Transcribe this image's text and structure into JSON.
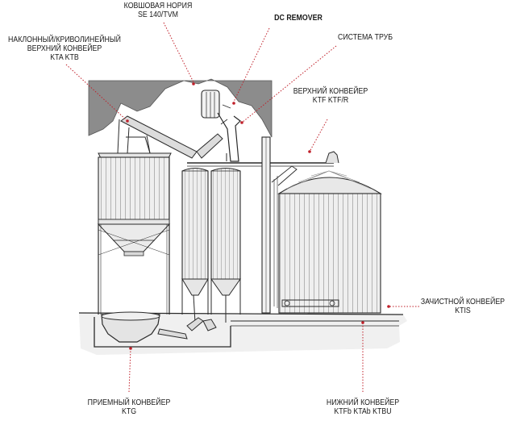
{
  "labels": {
    "bucket_elevator": {
      "line1": "КОВШОВАЯ НОРИЯ",
      "line2": "SE 140/TVM"
    },
    "dc_remover": {
      "line1": "DC REMOVER"
    },
    "incline_conveyor": {
      "line1": "НАКЛОННЫЙ/КРИВОЛИНЕЙНЫЙ",
      "line2": "ВЕРХНИЙ КОНВЕЙЕР",
      "line3": "KTA KTB"
    },
    "pipe_system": {
      "line1": "СИСТЕМА ТРУБ"
    },
    "top_conveyor": {
      "line1": "ВЕРХНИЙ КОНВЕЙЕР",
      "line2": "KTF KTF/R"
    },
    "sweep_conveyor": {
      "line1": "ЗАЧИСТНОЙ КОНВЕЙЕР",
      "line2": "KTIS"
    },
    "intake_conveyor": {
      "line1": "ПРИЕМНЫЙ КОНВЕЙЕР",
      "line2": "KTG"
    },
    "bottom_conveyor": {
      "line1": "НИЖНИЙ КОНВЕЙЕР",
      "line2": "KTFb KTAb KTBU"
    }
  },
  "colors": {
    "leader": "#c0202a",
    "outline": "#2a2a2a",
    "roof": "#8c8c8c",
    "silo_fill": "#e9e9e9",
    "ground": "#ececec"
  }
}
